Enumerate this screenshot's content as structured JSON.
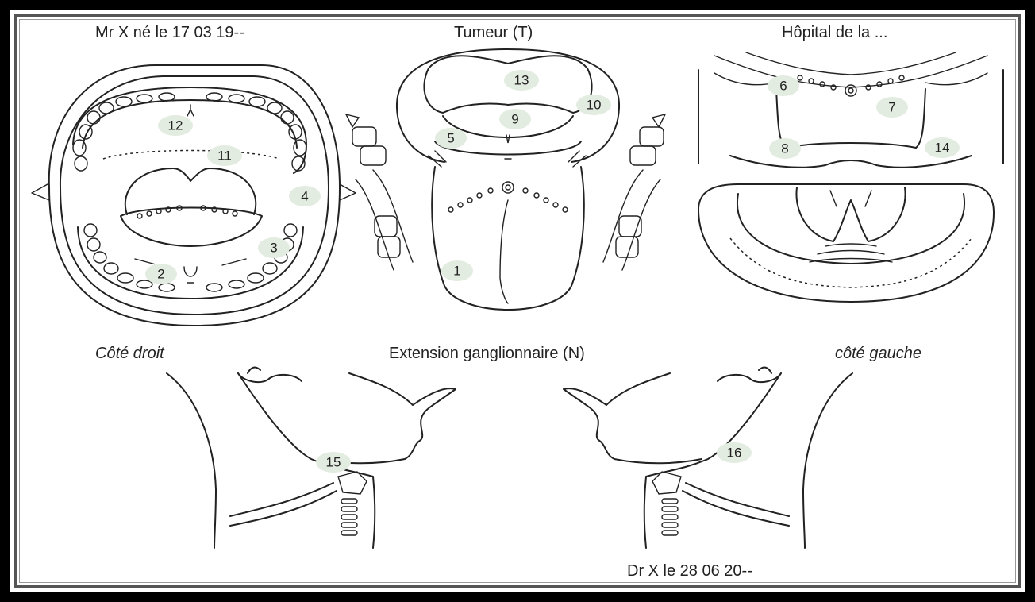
{
  "headers": {
    "patient": "Mr X né  le 17 03 19--",
    "tumor": "Tumeur (T)",
    "hospital": "Hôpital de la ...",
    "right_side": "Côté droit",
    "lymph": "Extension ganglionnaire (N)",
    "left_side": "côté gauche",
    "doctor": "Dr X le 28 06 20--"
  },
  "markers": {
    "m1": "1",
    "m2": "2",
    "m3": "3",
    "m4": "4",
    "m5": "5",
    "m6": "6",
    "m7": "7",
    "m8": "8",
    "m9": "9",
    "m10": "10",
    "m11": "11",
    "m12": "12",
    "m13": "13",
    "m14": "14",
    "m15": "15",
    "m16": "16"
  },
  "colors": {
    "marker_bg": "#e3ece0",
    "ink": "#222222",
    "frame": "#000000"
  }
}
